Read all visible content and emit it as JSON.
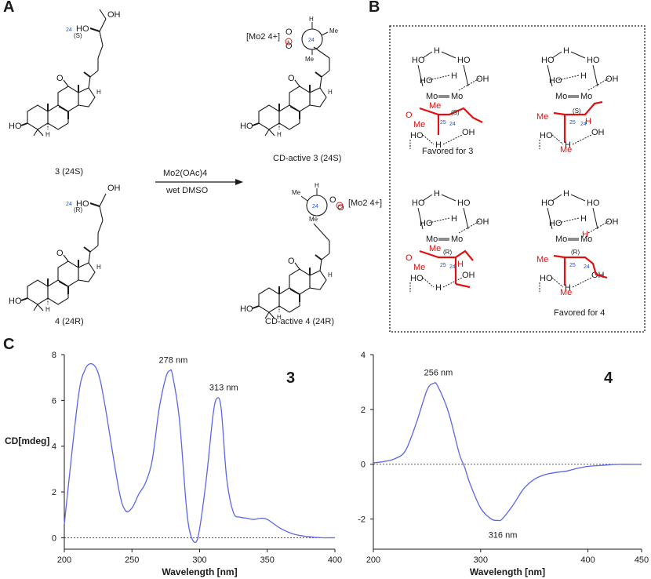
{
  "panels": {
    "a": "A",
    "b": "B",
    "c": "C"
  },
  "schemeA": {
    "c3_label": "3 (24S)",
    "c4_label": "4 (24R)",
    "cd3_label": "CD-active 3 (24S)",
    "cd4_label": "CD-active 4 (24R)",
    "reagent": "Mo2(OAc)4",
    "solvent": "wet DMSO",
    "complex": "[Mo2 4+]",
    "locant24": "24",
    "conf_s": "(S)",
    "conf_r": "(R)"
  },
  "schemeB": {
    "favored3": "Favored for 3",
    "favored4": "Favored for 4"
  },
  "chart_data": [
    {
      "type": "line",
      "compound": "3",
      "x": [
        200,
        210,
        215,
        220,
        225,
        230,
        240,
        245,
        250,
        255,
        260,
        265,
        270,
        275,
        278,
        280,
        285,
        290,
        293,
        297,
        300,
        305,
        310,
        313,
        316,
        320,
        325,
        330,
        335,
        340,
        345,
        350,
        360,
        370,
        380,
        390,
        400
      ],
      "y": [
        0.6,
        6.0,
        7.3,
        7.6,
        7.2,
        5.8,
        2.2,
        1.2,
        1.3,
        1.9,
        2.4,
        3.4,
        5.6,
        7.0,
        7.3,
        7.1,
        5.2,
        1.5,
        0.2,
        -0.2,
        0.4,
        2.6,
        5.4,
        6.1,
        5.6,
        2.6,
        1.1,
        0.9,
        0.85,
        0.8,
        0.85,
        0.8,
        0.4,
        0.15,
        0.05,
        0.0,
        0.0
      ],
      "xlabel": "Wavelength [nm]",
      "ylabel": "CD[mdeg]",
      "xlim": [
        200,
        400
      ],
      "ylim": [
        -0.5,
        8
      ],
      "xticks": [
        200,
        250,
        300,
        350,
        400
      ],
      "yticks": [
        0,
        2,
        4,
        6,
        8
      ],
      "annotations": [
        "278 nm",
        "313 nm"
      ],
      "color": "#5a66e8"
    },
    {
      "type": "line",
      "compound": "4",
      "x": [
        200,
        210,
        220,
        230,
        240,
        250,
        256,
        260,
        270,
        280,
        285,
        290,
        300,
        310,
        316,
        320,
        330,
        340,
        350,
        360,
        370,
        380,
        390,
        400,
        410,
        420,
        430,
        440,
        450
      ],
      "y": [
        0.05,
        0.1,
        0.2,
        0.5,
        1.5,
        2.7,
        2.95,
        2.85,
        1.9,
        0.4,
        -0.1,
        -0.7,
        -1.6,
        -2.0,
        -2.05,
        -2.0,
        -1.5,
        -0.9,
        -0.55,
        -0.38,
        -0.3,
        -0.25,
        -0.15,
        -0.08,
        -0.05,
        -0.02,
        0.0,
        0.0,
        0.0
      ],
      "xlim": [
        200,
        450
      ],
      "ylim": [
        -3.1,
        4
      ],
      "xlabel": "Wavelength [nm]",
      "xticks": [
        200,
        300,
        400,
        450
      ],
      "yticks": [
        -2,
        0,
        2,
        4
      ],
      "annotations": [
        "256 nm",
        "316 nm"
      ],
      "color": "#5a66e8"
    }
  ]
}
